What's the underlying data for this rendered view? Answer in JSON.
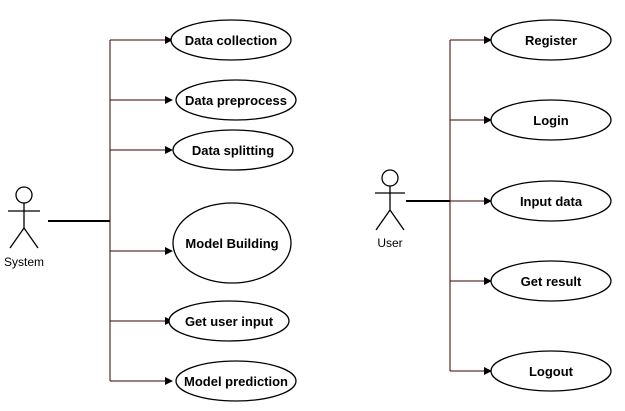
{
  "diagram": {
    "actors": [
      {
        "id": "system",
        "label": "System"
      },
      {
        "id": "user",
        "label": "User"
      }
    ],
    "system_use_cases": [
      {
        "label": "Data collection"
      },
      {
        "label": "Data preprocess"
      },
      {
        "label": "Data splitting"
      },
      {
        "label": "Model Building"
      },
      {
        "label": "Get user input"
      },
      {
        "label": "Model prediction"
      }
    ],
    "user_use_cases": [
      {
        "label": "Register"
      },
      {
        "label": "Login"
      },
      {
        "label": "Input data"
      },
      {
        "label": "Get result"
      },
      {
        "label": "Logout"
      }
    ],
    "colors": {
      "connector": "#3a0000",
      "outline": "#000000",
      "background": "#ffffff"
    }
  }
}
